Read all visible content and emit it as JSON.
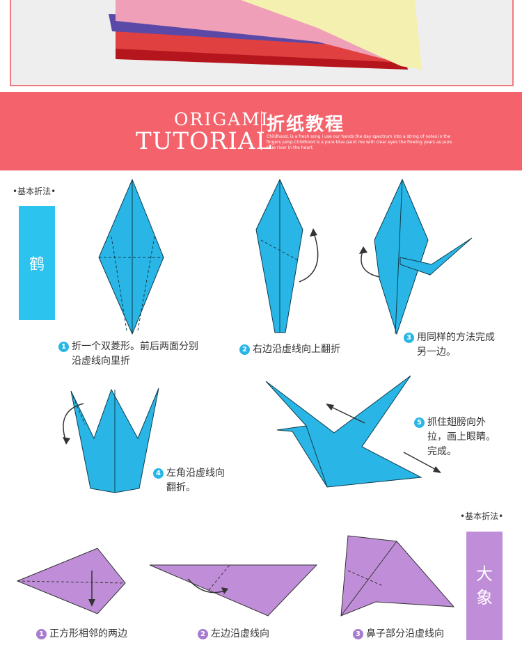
{
  "banner": {
    "title_en_line1": "ORIGAMI",
    "title_en_line2": "TUTORIAL",
    "title_cn": "折纸教程",
    "blurb": "Childhood, is a fresh song i use our hands the day spectrum into a string of notes in the fingers jump.Childhood is a pure blue paint me with clear eyes the flowing years as pure blue river in the heart."
  },
  "crane_section": {
    "basic_label": "•基本折法•",
    "tag": "鹤",
    "steps": [
      {
        "num": "1",
        "line1": "折一个双菱形。前后两面分别",
        "line2": "沿虚线向里折"
      },
      {
        "num": "2",
        "line1": "右边沿虚线向上翻折",
        "line2": ""
      },
      {
        "num": "3",
        "line1": "用同样的方法完成",
        "line2": "另一边。"
      },
      {
        "num": "4",
        "line1": "左角沿虚线向",
        "line2": "翻折。"
      },
      {
        "num": "5",
        "line1": "抓住翅膀向外",
        "line2": "拉，画上眼睛。",
        "line3": "完成。"
      }
    ]
  },
  "elephant_section": {
    "basic_label": "•基本折法•",
    "tag_line1": "大",
    "tag_line2": "象",
    "steps": [
      {
        "num": "1",
        "line1": "正方形相邻的两边"
      },
      {
        "num": "2",
        "line1": "左边沿虚线向"
      },
      {
        "num": "3",
        "line1": "鼻子部分沿虚线向"
      }
    ]
  },
  "colors": {
    "banner": "#f4636c",
    "crane_blue": "#29b6e6",
    "elephant_purple": "#c08ed8"
  }
}
